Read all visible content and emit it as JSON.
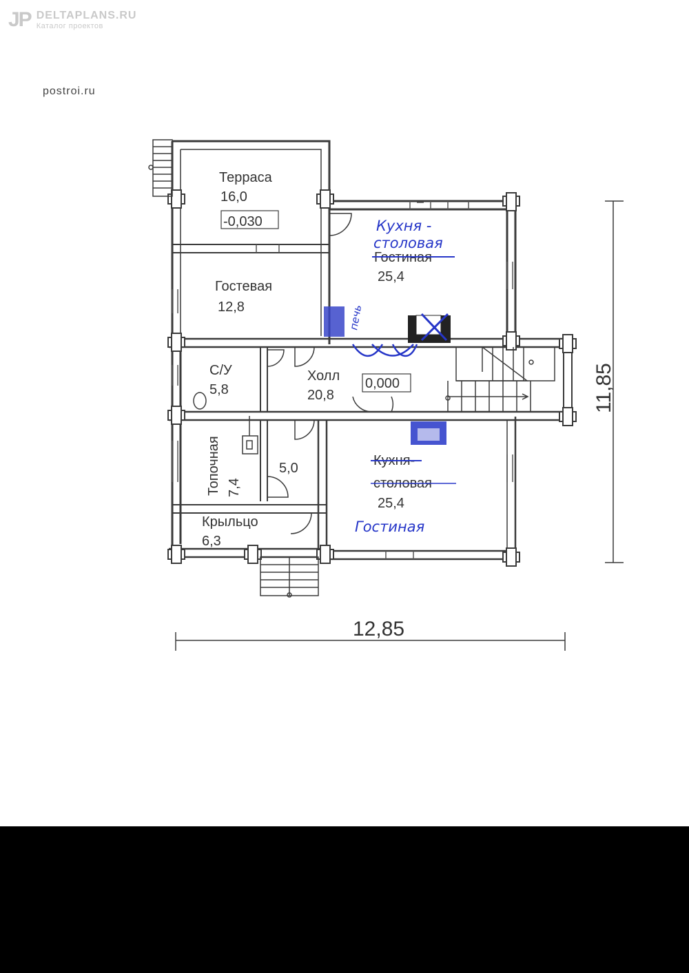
{
  "watermark": {
    "logo": "JP",
    "site": "DELTAPLANS.RU",
    "subtitle": "Каталог проектов"
  },
  "source_label": "postroi.ru",
  "dimensions": {
    "width": "12,85",
    "height": "11,85"
  },
  "rooms": {
    "terrace": {
      "name": "Терраса",
      "area": "16,0",
      "level": "-0,030"
    },
    "guest": {
      "name": "Гостевая",
      "area": "12,8"
    },
    "kitchen_top": {
      "name": "Гостиная",
      "area": "25,4",
      "handwritten": [
        "Кухня -",
        "столовая"
      ]
    },
    "bathroom": {
      "name": "С/У",
      "area": "5,8"
    },
    "hall": {
      "name": "Холл",
      "area": "20,8",
      "level": "0,000"
    },
    "boiler": {
      "name": "Топочная",
      "area": "7,4"
    },
    "storage": {
      "area": "5,0"
    },
    "porch": {
      "name": "Крыльцо",
      "area": "6,3"
    },
    "living_bottom": {
      "name_line1": "Кухня-",
      "name_line2": "столовая",
      "area": "25,4",
      "handwritten": "Гостиная"
    }
  },
  "annotations": {
    "stove": "печь"
  },
  "colors": {
    "handwriting": "#2636c8",
    "walls": "#3a3a3a",
    "page": "#ffffff"
  }
}
